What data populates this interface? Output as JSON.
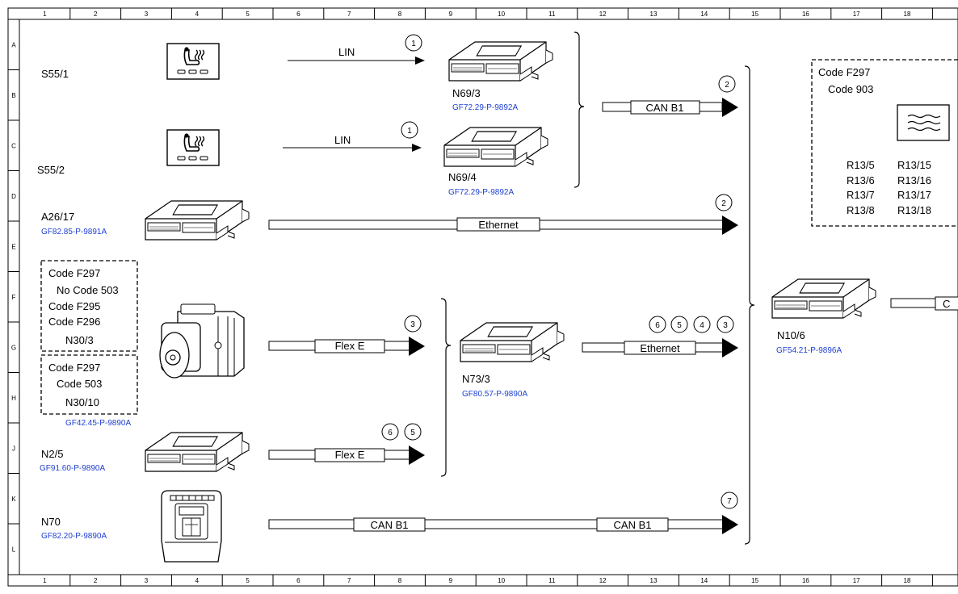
{
  "grid": {
    "columns": [
      "1",
      "2",
      "3",
      "4",
      "5",
      "6",
      "7",
      "8",
      "9",
      "10",
      "11",
      "12",
      "13",
      "14",
      "15",
      "16",
      "17",
      "18"
    ],
    "rows": [
      "A",
      "B",
      "C",
      "D",
      "E",
      "F",
      "G",
      "H",
      "J",
      "K",
      "L"
    ]
  },
  "components": {
    "s55_1": {
      "label": "S55/1"
    },
    "s55_2": {
      "label": "S55/2"
    },
    "n69_3": {
      "label": "N69/3",
      "ref": "GF72.29-P-9892A"
    },
    "n69_4": {
      "label": "N69/4",
      "ref": "GF72.29-P-9892A"
    },
    "a26_17": {
      "label": "A26/17",
      "ref": "GF82.85-P-9891A"
    },
    "n30_3": {
      "label": "N30/3"
    },
    "n30_10": {
      "label": "N30/10",
      "ref": "GF42.45-P-9890A"
    },
    "n73_3": {
      "label": "N73/3",
      "ref": "GF80.57-P-9890A"
    },
    "n2_5": {
      "label": "N2/5",
      "ref": "GF91.60-P-9890A"
    },
    "n70": {
      "label": "N70",
      "ref": "GF82.20-P-9890A"
    },
    "n10_6": {
      "label": "N10/6",
      "ref": "GF54.21-P-9896A"
    }
  },
  "code_boxes": {
    "box1": [
      "Code F297",
      "No Code 503",
      "Code F295",
      "Code F296"
    ],
    "box2": [
      "Code F297",
      "Code 503"
    ],
    "box3": [
      "Code F297",
      "Code 903"
    ]
  },
  "resistors": {
    "left": [
      "R13/5",
      "R13/6",
      "R13/7",
      "R13/8"
    ],
    "right": [
      "R13/15",
      "R13/16",
      "R13/17",
      "R13/18"
    ]
  },
  "buses": {
    "lin1": "LIN",
    "lin2": "LIN",
    "can_b1_n69": "CAN B1",
    "ethernet_a26": "Ethernet",
    "flex_e_n30": "Flex E",
    "ethernet_n73": "Ethernet",
    "flex_e_n2": "Flex E",
    "can_b1_n70_a": "CAN B1",
    "can_b1_n70_b": "CAN B1",
    "n10_out": "C"
  },
  "markers": {
    "lin1": "1",
    "lin2": "1",
    "can_b1_n69": "2",
    "ethernet_a26": "2",
    "flex_e_n30": "3",
    "ethernet_n73": [
      "6",
      "5",
      "4",
      "3"
    ],
    "flex_e_n2": [
      "6",
      "5"
    ],
    "can_b1_n70": "7"
  }
}
